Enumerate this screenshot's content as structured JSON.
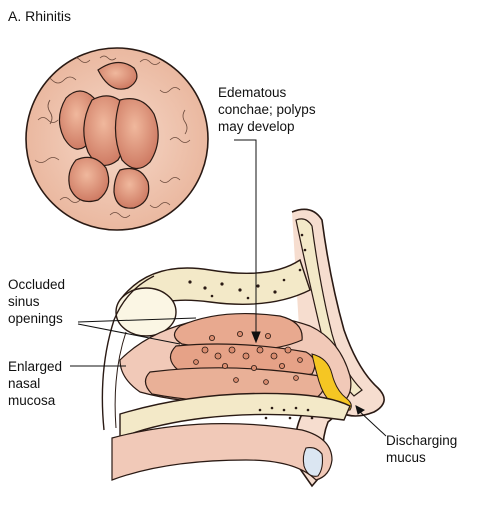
{
  "figure": {
    "title": "A. Rhinitis"
  },
  "labels": {
    "conchae": [
      "Edematous",
      "conchae; polyps",
      "may develop"
    ],
    "sinus": [
      "Occluded",
      "sinus",
      "openings"
    ],
    "mucosa": [
      "Enlarged",
      "nasal",
      "mucosa"
    ],
    "mucus": [
      "Discharging",
      "mucus"
    ]
  },
  "colors": {
    "tissue_pink": "#f1c9b8",
    "polyp_brown": "#d98c6f",
    "bone_cream": "#f3e9c8",
    "mucus_yellow": "#f5c623",
    "outline": "#2a1a14"
  }
}
